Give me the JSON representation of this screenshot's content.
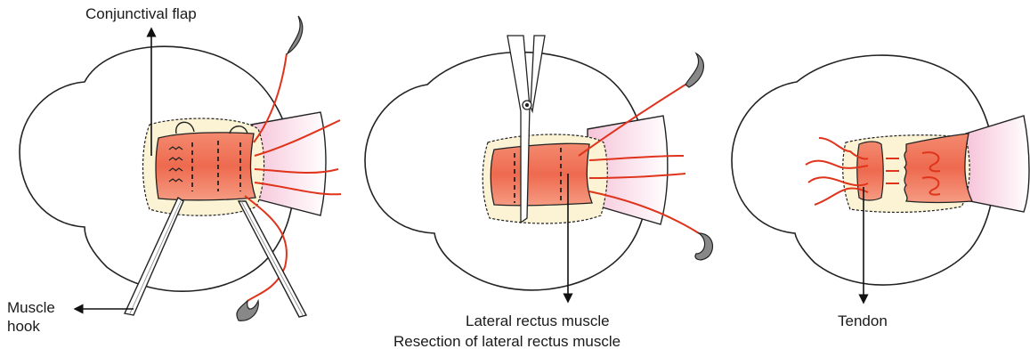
{
  "labels": {
    "conjunctival_flap": "Conjunctival flap",
    "muscle_hook_line1": "Muscle",
    "muscle_hook_line2": "hook",
    "lateral_rectus_muscle": "Lateral rectus muscle",
    "tendon": "Tendon",
    "caption": "Resection of lateral rectus muscle"
  },
  "colors": {
    "muscle_fill": "#f0765c",
    "muscle_dark": "#d9402a",
    "suture": "#e0331c",
    "flap_fill": "#fbf3d4",
    "tendon_fill": "#fbe3ee",
    "outline": "#222222"
  }
}
